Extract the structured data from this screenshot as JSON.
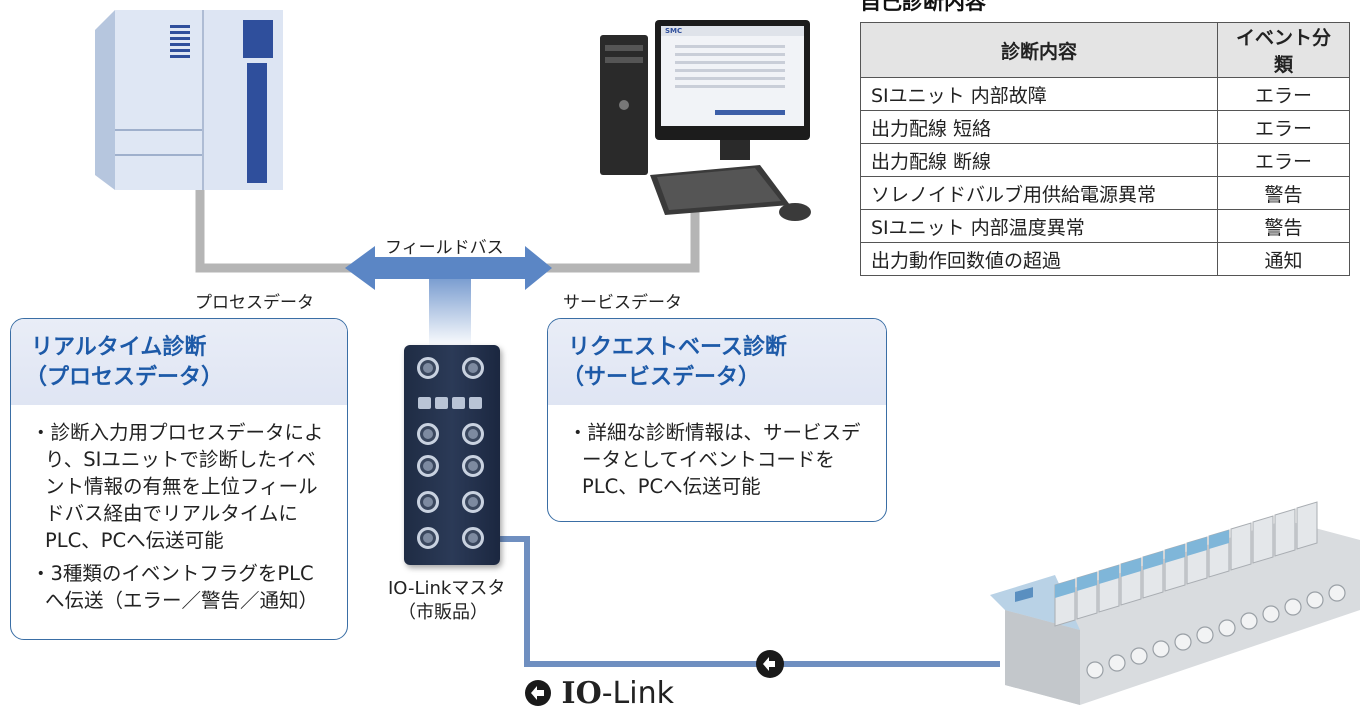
{
  "labels": {
    "fieldbus": "フィールドバス",
    "process_data": "プロセスデータ",
    "service_data": "サービスデータ",
    "master_name": "IO-Linkマスタ",
    "master_note": "（市販品）",
    "iolink_logo_bold": "IO",
    "iolink_logo_rest": "-Link"
  },
  "realtime_box": {
    "title_line1": "リアルタイム診断",
    "title_line2": "（プロセスデータ）",
    "bullets": [
      "・診断入力用プロセスデータにより、SIユニットで診断したイベント情報の有無を上位フィールドバス経由でリアルタイムにPLC、PCへ伝送可能",
      "・3種類のイベントフラグをPLCへ伝送（エラー／警告／通知）"
    ]
  },
  "request_box": {
    "title_line1": "リクエストベース診断",
    "title_line2": "（サービスデータ）",
    "bullets": [
      "・詳細な診断情報は、サービスデータとしてイベントコードをPLC、PCへ伝送可能"
    ]
  },
  "table": {
    "title": "自己診断内容",
    "headers": [
      "診断内容",
      "イベント分類"
    ],
    "rows": [
      [
        "SIユニット 内部故障",
        "エラー"
      ],
      [
        "出力配線 短絡",
        "エラー"
      ],
      [
        "出力配線 断線",
        "エラー"
      ],
      [
        "ソレノイドバルブ用供給電源異常",
        "警告"
      ],
      [
        "SIユニット 内部温度異常",
        "警告"
      ],
      [
        "出力動作回数値の超過",
        "通知"
      ]
    ]
  },
  "pc_screen_brand": "SMC",
  "colors": {
    "accent_blue": "#1d5aa8",
    "box_border": "#3a6ea5",
    "box_head_bg": "#e3e8f4",
    "wire_grey": "#b5b5b5",
    "arrow_blue": "#5b86c5",
    "iolink_cable": "#6f8fc0"
  }
}
